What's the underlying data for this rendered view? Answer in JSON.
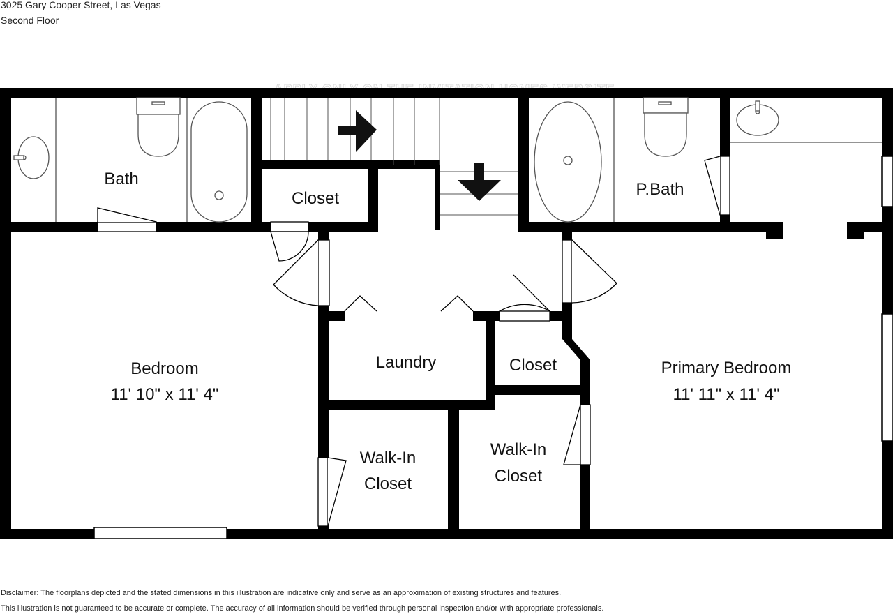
{
  "header": {
    "address": "3025 Gary Cooper Street, Las Vegas",
    "floor": "Second Floor"
  },
  "watermark": "APPLY ONLY ON THE INVITATION HOMES WEBSITE.",
  "rooms": {
    "bath": "Bath",
    "closet_top": "Closet",
    "pbath": "P.Bath",
    "bedroom": "Bedroom",
    "bedroom_dims": "11' 10\" x 11' 4\"",
    "laundry": "Laundry",
    "closet_mid": "Closet",
    "primary": "Primary Bedroom",
    "primary_dims": "11' 11\" x 11' 4\"",
    "walkin1_l1": "Walk-In",
    "walkin1_l2": "Closet",
    "walkin2_l1": "Walk-In",
    "walkin2_l2": "Closet"
  },
  "disclaimer": {
    "line1": "Disclaimer: The floorplans depicted and the stated dimensions in this illustration are indicative only and serve as an approximation of existing structures and features.",
    "line2": "This illustration is not guaranteed to be accurate or complete. The accuracy of all information should be verified through personal inspection and/or with appropriate professionals."
  },
  "colors": {
    "wall": "#000000",
    "fixture": "#555555"
  }
}
